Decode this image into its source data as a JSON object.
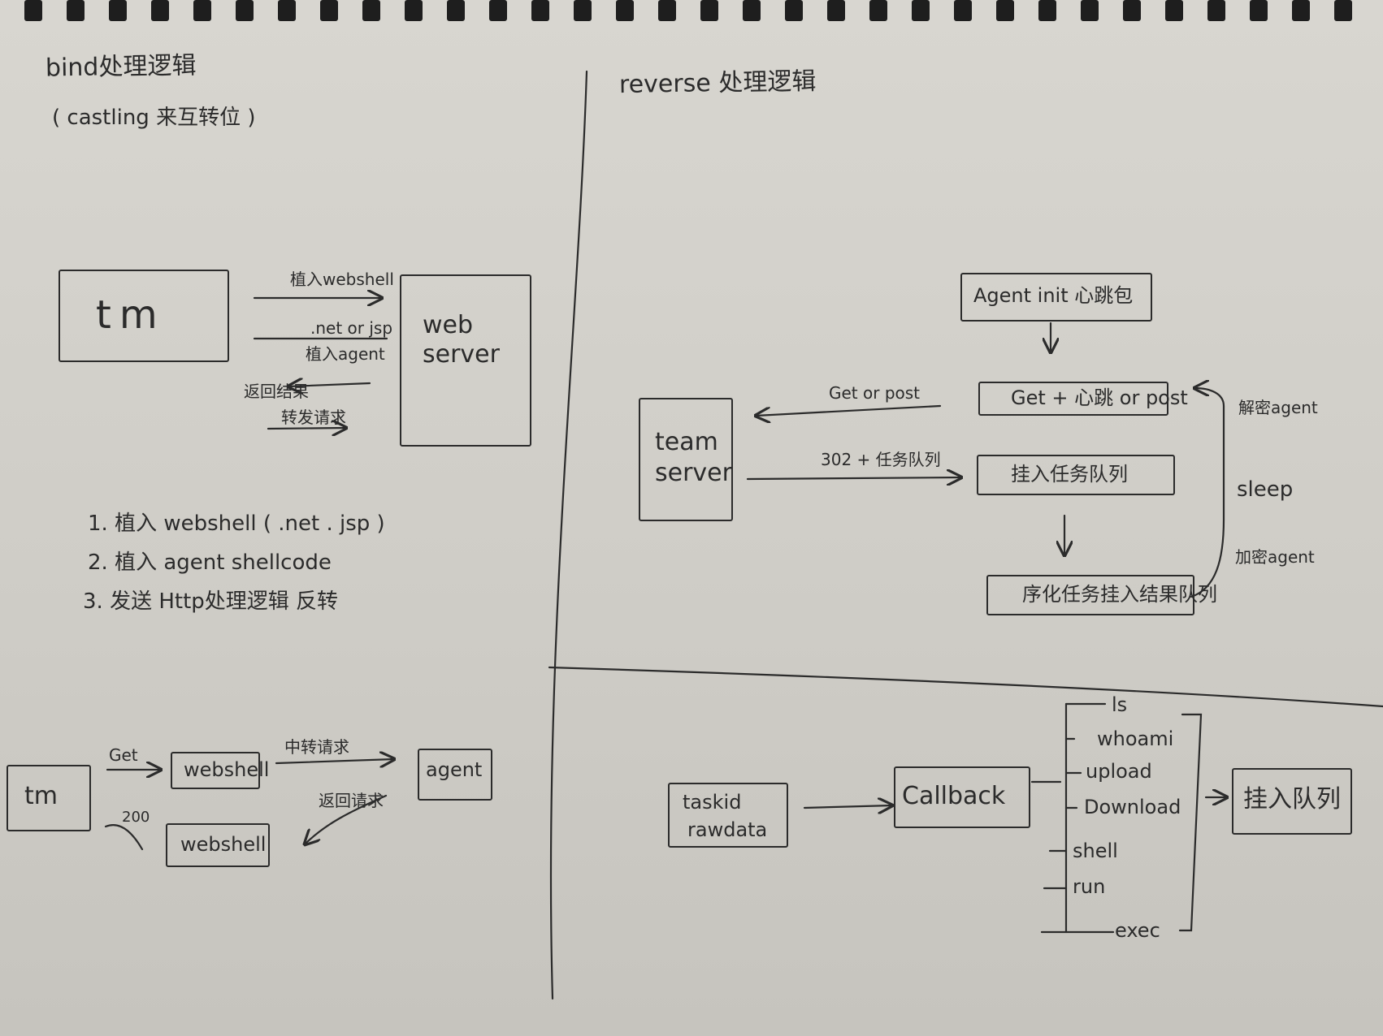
{
  "bind": {
    "title": "bind处理逻辑",
    "subtitle": "( castling 来互转位 )",
    "tm_box": "tm",
    "webserver_box_line1": "web",
    "webserver_box_line2": "server",
    "arrow_upload_webshell": "植入webshell",
    "arrow_net_jsp": ".net or jsp",
    "arrow_upload_agent": "植入agent",
    "arrow_return": "返回结果",
    "arrow_forward": "转发请求",
    "steps": [
      "1. 植入 webshell ( .net . jsp )",
      "2. 植入 agent shellcode",
      "3. 发送 Http处理逻辑 反转"
    ],
    "flow": {
      "tm": "tm",
      "get": "Get",
      "code": "200",
      "webshell_top": "webshell",
      "webshell_bottom": "webshell",
      "relay": "中转请求",
      "return": "返回请求",
      "agent": "agent"
    }
  },
  "reverse": {
    "title": "reverse 处理逻辑",
    "team_server_line1": "team",
    "team_server_line2": "server",
    "agent_init": "Agent init 心跳包",
    "get_heartbeat": "Get + 心跳 or post",
    "enqueue_tasks": "挂入任务队列",
    "serialize_results": "序化任务挂入结果队列",
    "arrow_get_post": "Get or post",
    "arrow_302": "302 + 任务队列",
    "side_decrypt": "解密agent",
    "side_sleep": "sleep",
    "side_encrypt": "加密agent"
  },
  "callback": {
    "task_line1": "taskid",
    "task_line2": "rawdata",
    "callback_box": "Callback",
    "commands": [
      "ls",
      "whoami",
      "upload",
      "Download",
      "shell",
      "run",
      "exec"
    ],
    "enqueue": "挂入队列"
  },
  "colors": {
    "ink": "#2b2b2b",
    "paper": "#d3d1cb"
  }
}
